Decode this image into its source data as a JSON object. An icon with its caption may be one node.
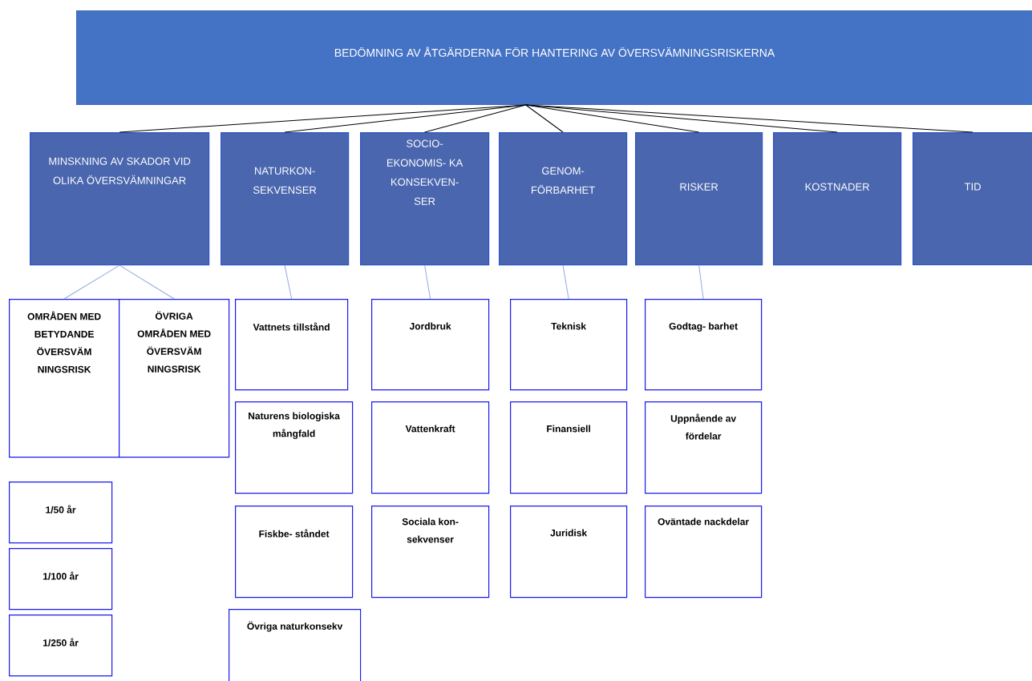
{
  "diagram": {
    "nodes": [
      {
        "text": [
          "BEDÖMNING AV ÅTGÄRDERNA FÖR HANTERING AV ÖVERSVÄMNINGSRISKERNA"
        ]
      },
      {
        "text": [
          "MINSKNING AV SKADOR VID OLIKA ÖVERSVÄMNINGAR"
        ]
      },
      {
        "text": [
          "NATURKON- SEKVENSER"
        ]
      },
      {
        "text": [
          "SOCIO- EKONOMIS- KA KONSEKVEN- SER"
        ]
      },
      {
        "text": [
          "GENOM- FÖRBARHET"
        ]
      },
      {
        "text": [
          "RISKER"
        ]
      },
      {
        "text": [
          "KOSTNADER"
        ]
      },
      {
        "text": [
          "TID"
        ]
      },
      {
        "text": [
          "OMRÅDEN MED BETYDANDE ÖVERSVÄM NINGSRISK"
        ]
      },
      {
        "text": [
          "ÖVRIGA OMRÅDEN MED ÖVERSVÄM NINGSRISK"
        ]
      },
      {
        "text": [
          "1/50 år"
        ]
      },
      {
        "text": [
          "1/100 år"
        ]
      },
      {
        "text": [
          "1/250 år"
        ]
      },
      {
        "text": [
          "Vattnets tillstånd"
        ]
      },
      {
        "text": [
          "Naturens biologiska mångfald"
        ]
      },
      {
        "text": [
          "Fiskbe- ståndet"
        ]
      },
      {
        "text": [
          "Övriga naturkonsekv"
        ]
      },
      {
        "text": [
          "Jordbruk"
        ]
      },
      {
        "text": [
          "Vattenkraft"
        ]
      },
      {
        "text": [
          "Sociala kon- sekvenser"
        ]
      },
      {
        "text": [
          "Teknisk"
        ]
      },
      {
        "text": [
          "Finansiell"
        ]
      },
      {
        "text": [
          "Juridisk"
        ]
      },
      {
        "text": [
          "Godtag- barhet"
        ]
      },
      {
        "text": [
          "Uppnående av fördelar"
        ]
      },
      {
        "text": [
          "Oväntade nackdelar"
        ]
      }
    ],
    "edges": [
      {
        "from": 0,
        "to": 1,
        "arrow": "none"
      },
      {
        "from": 0,
        "to": 2,
        "arrow": "none"
      },
      {
        "from": 0,
        "to": 3,
        "arrow": "none"
      },
      {
        "from": 0,
        "to": 4,
        "arrow": "none"
      },
      {
        "from": 0,
        "to": 5,
        "arrow": "none"
      },
      {
        "from": 0,
        "to": 6,
        "arrow": "none"
      },
      {
        "from": 0,
        "to": 7,
        "arrow": "none"
      },
      {
        "from": 1,
        "to": 8,
        "arrow": "none",
        "color": "#8eaadf"
      },
      {
        "from": 1,
        "to": 9,
        "arrow": "none",
        "color": "#8eaadf"
      },
      {
        "from": 2,
        "to": 13,
        "arrow": "none",
        "color": "#8eaadf"
      },
      {
        "from": 3,
        "to": 17,
        "arrow": "none",
        "color": "#8eaadf"
      },
      {
        "from": 4,
        "to": 20,
        "arrow": "none",
        "color": "#8eaadf"
      },
      {
        "from": 5,
        "to": 23,
        "arrow": "none",
        "color": "#8eaadf"
      }
    ]
  }
}
